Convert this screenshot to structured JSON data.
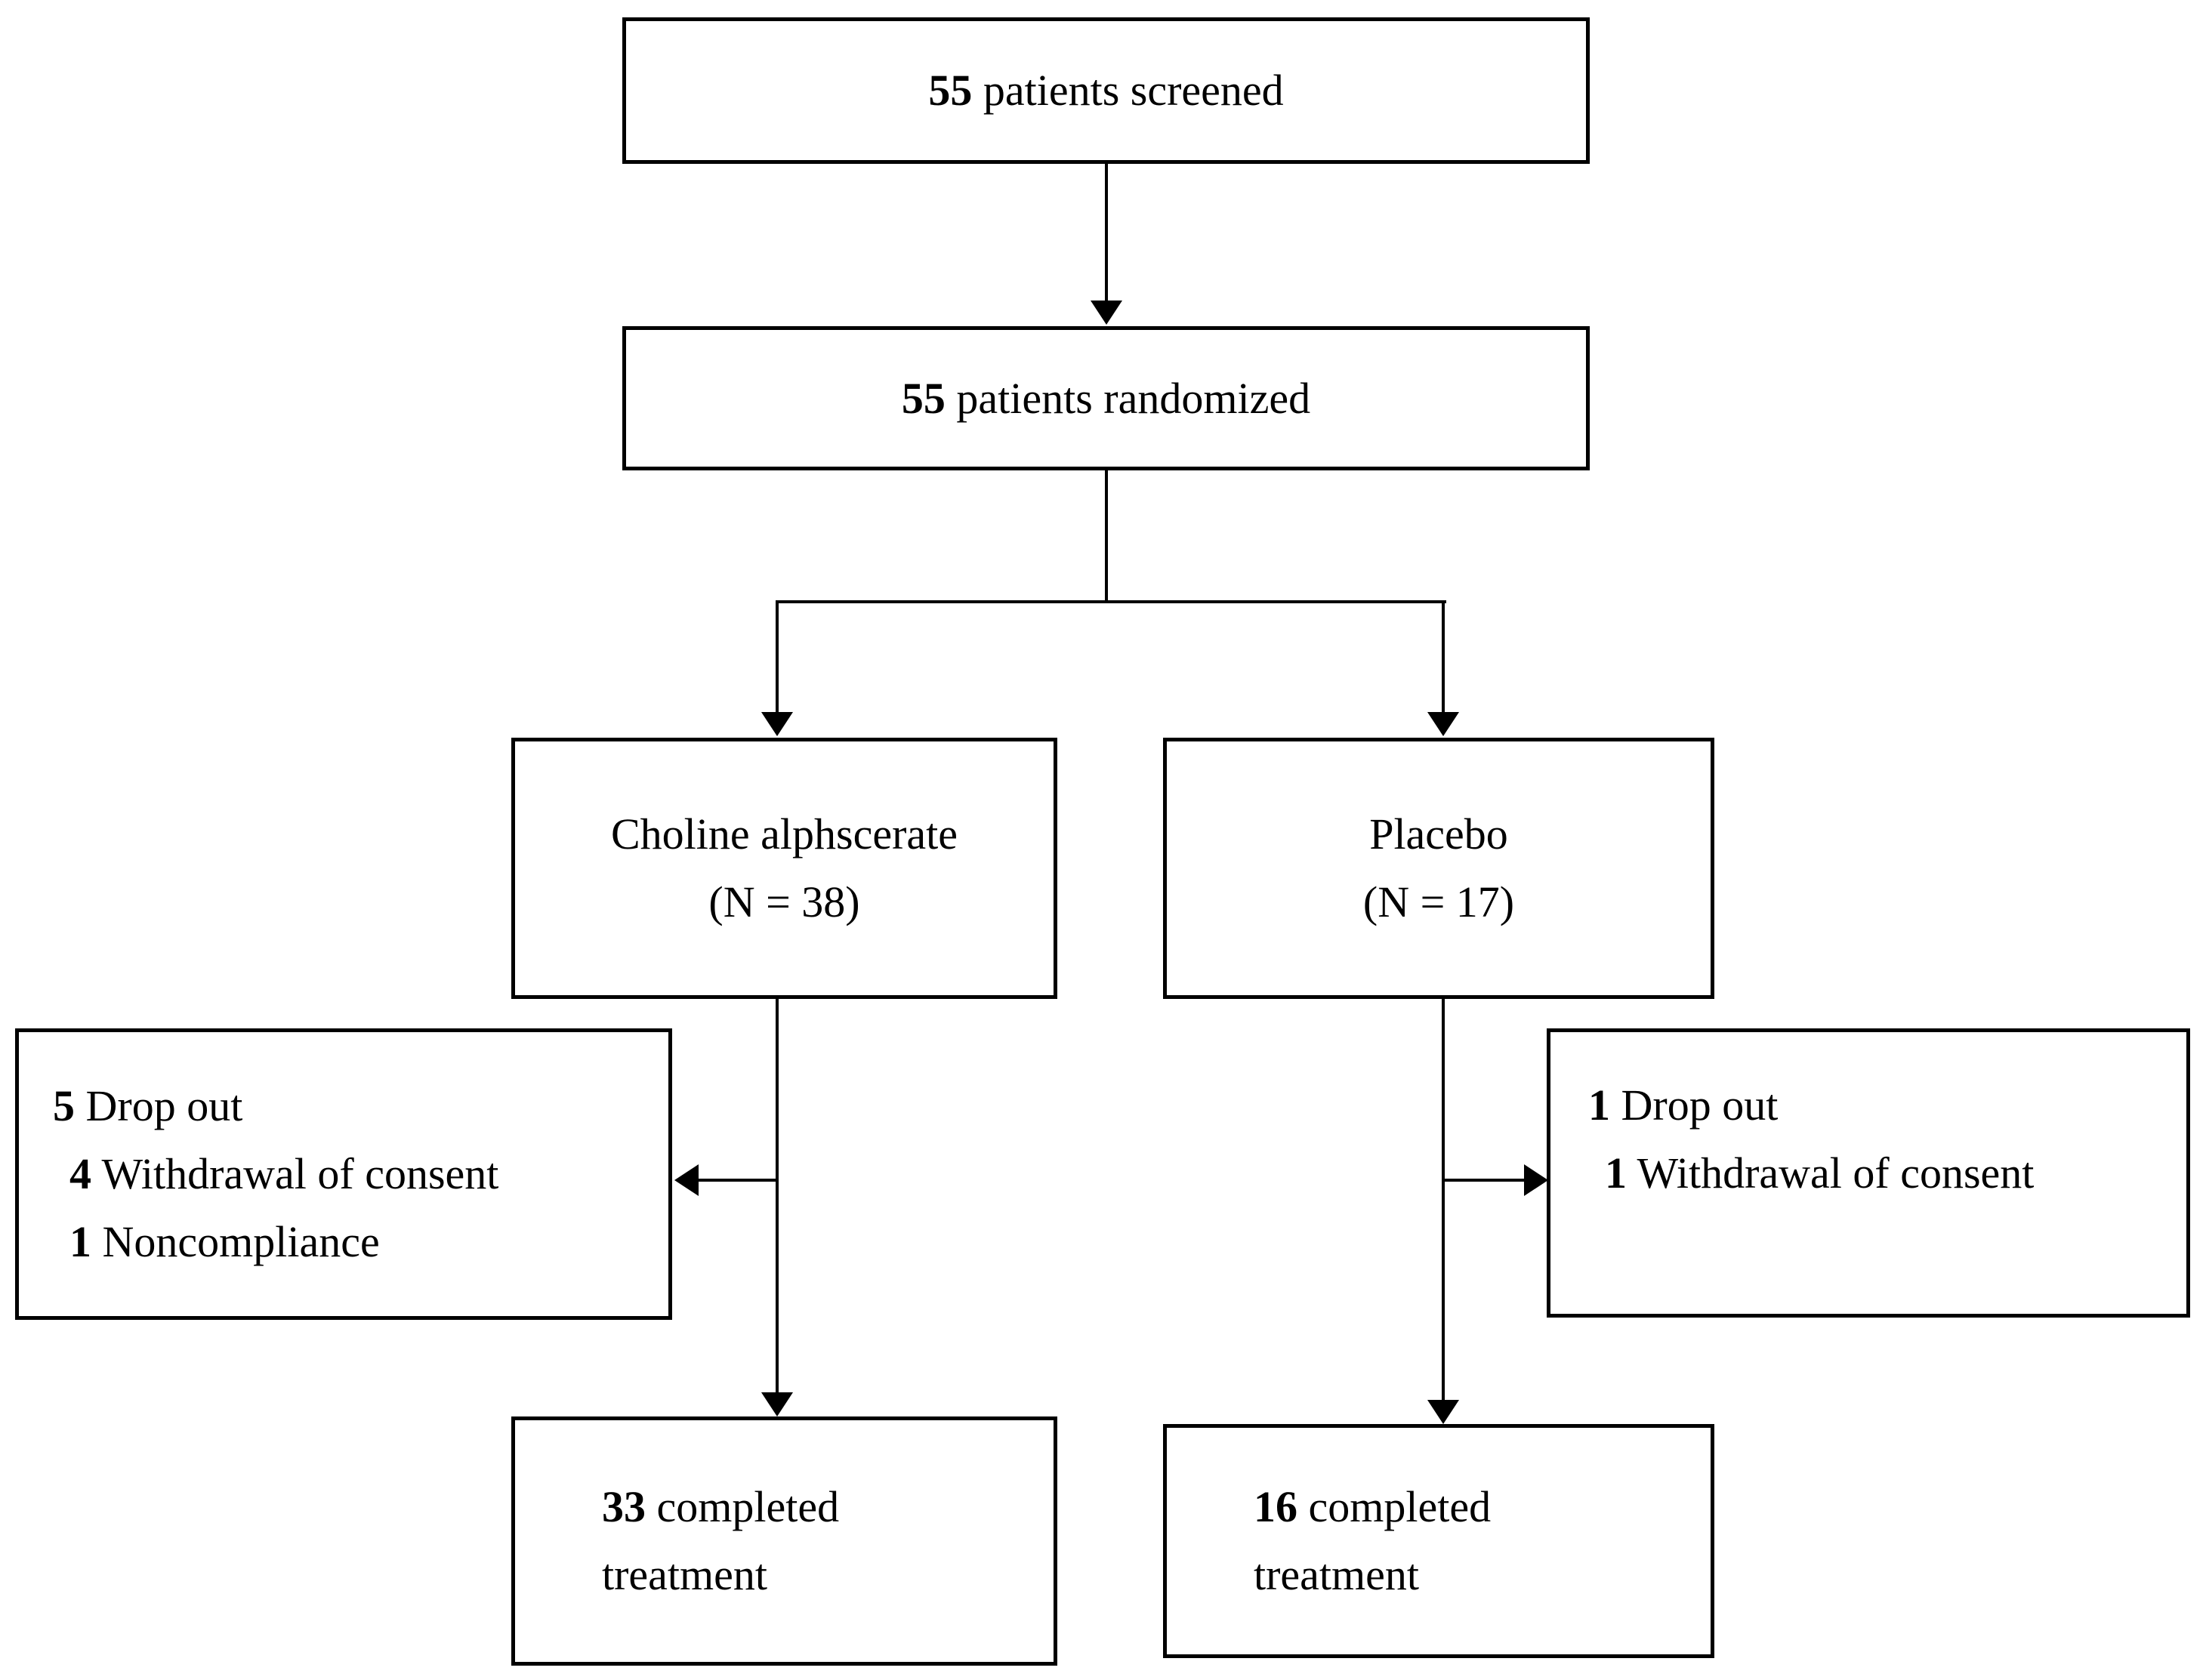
{
  "figure": {
    "type": "consort-patient-flow-diagram",
    "background_color": "#ffffff",
    "line_color": "#000000"
  },
  "boxes": {
    "screened": {
      "num": "55",
      "label": "patients screened"
    },
    "randomized": {
      "num": "55",
      "label": "patients randomized"
    },
    "choline": {
      "name": "Choline alphscerate",
      "n": "(N = 38)"
    },
    "placebo": {
      "name": "Placebo",
      "n": "(N = 17)"
    },
    "choline_dropout": {
      "line1_num": "5",
      "line1_label": "Drop out",
      "line2_num": "4",
      "line2_label": "Withdrawal of consent",
      "line3_num": "1",
      "line3_label": "Noncompliance"
    },
    "placebo_dropout": {
      "line1_num": "1",
      "line1_label": "Drop out",
      "line2_num": "1",
      "line2_label": "Withdrawal of consent"
    },
    "choline_completed": {
      "num": "33",
      "label": "completed",
      "line2": "treatment"
    },
    "placebo_completed": {
      "num": "16",
      "label": "completed",
      "line2": "treatment"
    }
  }
}
